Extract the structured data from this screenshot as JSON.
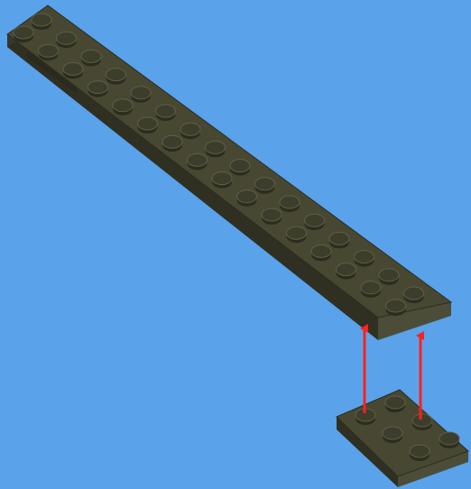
{
  "scene": {
    "background_color": "#5aa2ea",
    "brick_color": "#424231",
    "brick_top_color": "#46462f",
    "brick_side_dark": "#2c2c1f",
    "brick_side_light": "#585a42",
    "stud_color": "#3d3d2b",
    "stud_highlight": "#5d5f47",
    "arrow_color": "#ff2020"
  },
  "long_plate": {
    "name": "long-plate",
    "rows": 2,
    "columns": 16
  },
  "small_plate": {
    "name": "small-plate",
    "rows": 2,
    "columns": 3
  },
  "arrows": [
    {
      "name": "attach-arrow-left",
      "direction": "up"
    },
    {
      "name": "attach-arrow-right",
      "direction": "up"
    }
  ]
}
